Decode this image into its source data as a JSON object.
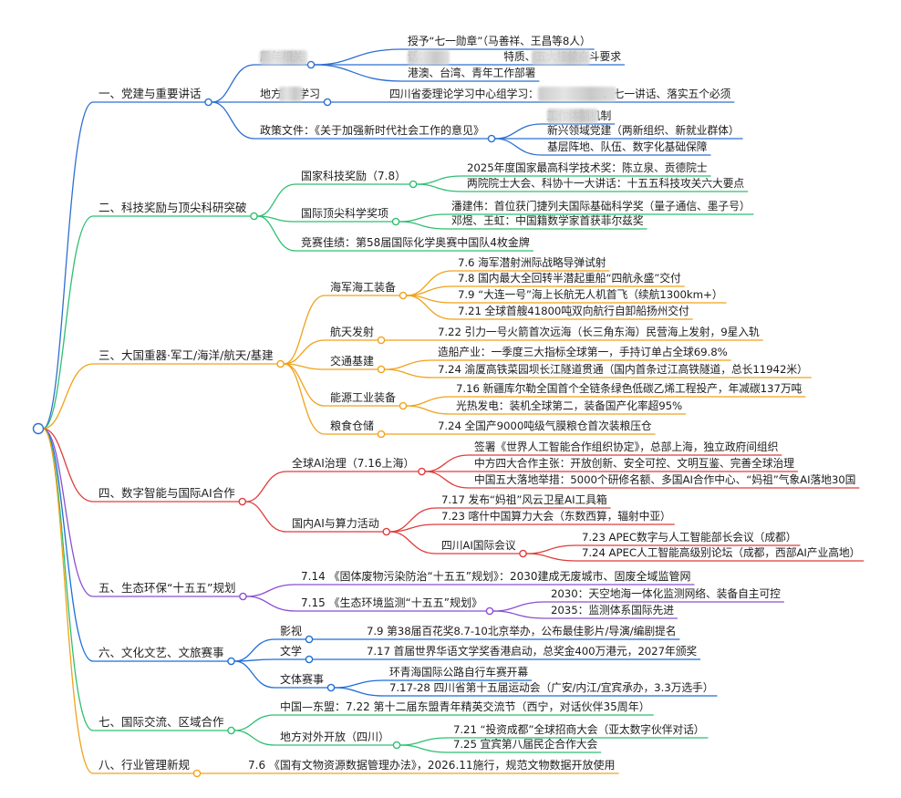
{
  "colors": {
    "root": "#2f6fd0",
    "s1": "#2f6fd0",
    "s2": "#2fbf71",
    "s3": "#f0a21a",
    "s4": "#e03c3c",
    "s5": "#8a4fd0",
    "s6": "#1e6ed8",
    "s7": "#2fbf71",
    "s8": "#f0a21a"
  },
  "root": {
    "icon": "circle-node-icon"
  },
  "sections": [
    {
      "title": "一、党建与重要讲话",
      "children": [
        {
          "label": "周年相关",
          "children": [
            {
              "label": "授予“七一勋章”（马善祥、王昌等8人）"
            },
            {
              "label": "特质、五大接续奋斗要求",
              "prefix": "话："
            },
            {
              "label": "港澳、台湾、青年工作部署"
            }
          ]
        },
        {
          "label": "地方学习",
          "label_pre": "地方",
          "label_post": "学习",
          "children": [
            {
              "label": "四川省委理论学习中心组学习：",
              "suffix": "、七一讲话、落实五个必须"
            }
          ]
        },
        {
          "label": "政策文件：《关于加强新时代社会工作的意见》",
          "children": [
            {
              "label": "工作体制机制"
            },
            {
              "label": "新兴领域党建（两新组织、新就业群体）"
            },
            {
              "label": "基层阵地、队伍、数字化基础保障"
            }
          ]
        }
      ]
    },
    {
      "title": "二、科技奖励与顶尖科研突破",
      "children": [
        {
          "label": "国家科技奖励（7.8）",
          "children": [
            {
              "label": "2025年度国家最高科学技术奖：陈立泉、贡德院士"
            },
            {
              "label": "两院院士大会、科协十一大讲话：十五五科技攻关六大要点"
            }
          ]
        },
        {
          "label": "国际顶尖科学奖项",
          "children": [
            {
              "label": "潘建伟：首位获门捷列夫国际基础科学奖（量子通信、墨子号）"
            },
            {
              "label": "邓煜、王虹：中国籍数学家首获菲尔兹奖"
            }
          ]
        },
        {
          "label": "竞赛佳绩：第58届国际化学奥赛中国队4枚金牌"
        }
      ]
    },
    {
      "title": "三、大国重器·军工/海洋/航天/基建",
      "children": [
        {
          "label": "海军海工装备",
          "children": [
            {
              "label": "7.6 海军潜射洲际战略导弹试射"
            },
            {
              "label": "7.8 国内最大全回转半潜起重船“四航永盛”交付"
            },
            {
              "label": "7.9 “大连一号”海上长航无人机首飞（续航1300km+）"
            },
            {
              "label": "7.21 全球首艘41800吨双向航行自卸船扬州交付"
            }
          ]
        },
        {
          "label": "航天发射",
          "children": [
            {
              "label": "7.22 引力一号火箭首次远海（长三角东海）民营海上发射，9星入轨"
            }
          ]
        },
        {
          "label": "交通基建",
          "children": [
            {
              "label": "造船产业：一季度三大指标全球第一，手持订单占全球69.8%"
            },
            {
              "label": "7.24 渝厦高铁菜园坝长江隧道贯通（国内首条过江高铁隧道，总长11942米）"
            }
          ]
        },
        {
          "label": "能源工业装备",
          "children": [
            {
              "label": "7.16 新疆库尔勒全国首个全链条绿色低碳乙烯工程投产，年减碳137万吨"
            },
            {
              "label": "光热发电：装机全球第二，装备国产化率超95%"
            }
          ]
        },
        {
          "label": "粮食仓储",
          "children": [
            {
              "label": "7.24 全国产9000吨级气膜粮仓首次装粮压仓"
            }
          ]
        }
      ]
    },
    {
      "title": "四、数字智能与国际AI合作",
      "children": [
        {
          "label": "全球AI治理（7.16上海）",
          "children": [
            {
              "label": "签署《世界人工智能合作组织协定》，总部上海，独立政府间组织"
            },
            {
              "label": "中方四大合作主张：开放创新、安全可控、文明互鉴、完善全球治理"
            },
            {
              "label": "中国五大落地举措：5000个研修名额、多国AI合作中心、“妈祖”气象AI落地30国"
            }
          ]
        },
        {
          "label": "国内AI与算力活动",
          "children": [
            {
              "label": "7.17 发布“妈祖”风云卫星AI工具箱"
            },
            {
              "label": "7.23 喀什中国算力大会（东数西算，辐射中亚）"
            },
            {
              "label": "四川AI国际会议",
              "children": [
                {
                  "label": "7.23 APEC数字与人工智能部长会议（成都）"
                },
                {
                  "label": "7.24 APEC人工智能高级别论坛（成都，西部AI产业高地）"
                }
              ]
            }
          ]
        }
      ]
    },
    {
      "title": "五、生态环保“十五五”规划",
      "children": [
        {
          "label": "7.14 《固体废物污染防治“十五五”规划》：2030建成无废城市、固废全域监管网"
        },
        {
          "label": "7.15 《生态环境监测“十五五”规划》",
          "children": [
            {
              "label": "2030：天空地海一体化监测网络、装备自主可控"
            },
            {
              "label": "2035：监测体系国际先进"
            }
          ]
        }
      ]
    },
    {
      "title": "六、文化文艺、文旅赛事",
      "children": [
        {
          "label": "影视",
          "children": [
            {
              "label": "7.9 第38届百花奖8.7-10北京举办，公布最佳影片/导演/编剧提名"
            }
          ]
        },
        {
          "label": "文学",
          "children": [
            {
              "label": "7.17 首届世界华语文学奖香港启动，总奖金400万港元，2027年颁奖"
            }
          ]
        },
        {
          "label": "文体赛事",
          "children": [
            {
              "label": "环青海国际公路自行车赛开幕"
            },
            {
              "label": "7.17-28 四川省第十五届运动会（广安/内江/宜宾承办，3.3万选手）"
            }
          ]
        }
      ]
    },
    {
      "title": "七、国际交流、区域合作",
      "children": [
        {
          "label": "中国—东盟：7.22 第十二届东盟青年精英交流节（西宁，对话伙伴35周年）"
        },
        {
          "label": "地方对外开放（四川）",
          "children": [
            {
              "label": "7.21 “投资成都”全球招商大会（亚太数字伙伴对话）"
            },
            {
              "label": "7.25 宜宾第八届民企合作大会"
            }
          ]
        }
      ]
    },
    {
      "title": "八、行业管理新规",
      "children": [
        {
          "label": "7.6 《国有文物资源数据管理办法》，2026.11施行，规范文物数据开放使用"
        }
      ]
    }
  ]
}
